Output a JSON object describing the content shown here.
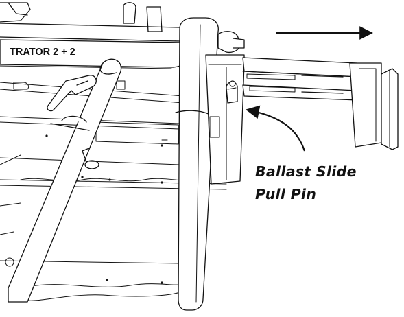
{
  "machine": {
    "model_decal": "TRATOR 2 + 2"
  },
  "callout": {
    "line1": "Ballast Slide",
    "line2": "Pull Pin"
  },
  "direction_arrow": {
    "icon": "arrow-right-icon",
    "meaning": "slide direction"
  },
  "colors": {
    "line": "#111111",
    "fill": "#ffffff",
    "shade": "#efefef"
  }
}
